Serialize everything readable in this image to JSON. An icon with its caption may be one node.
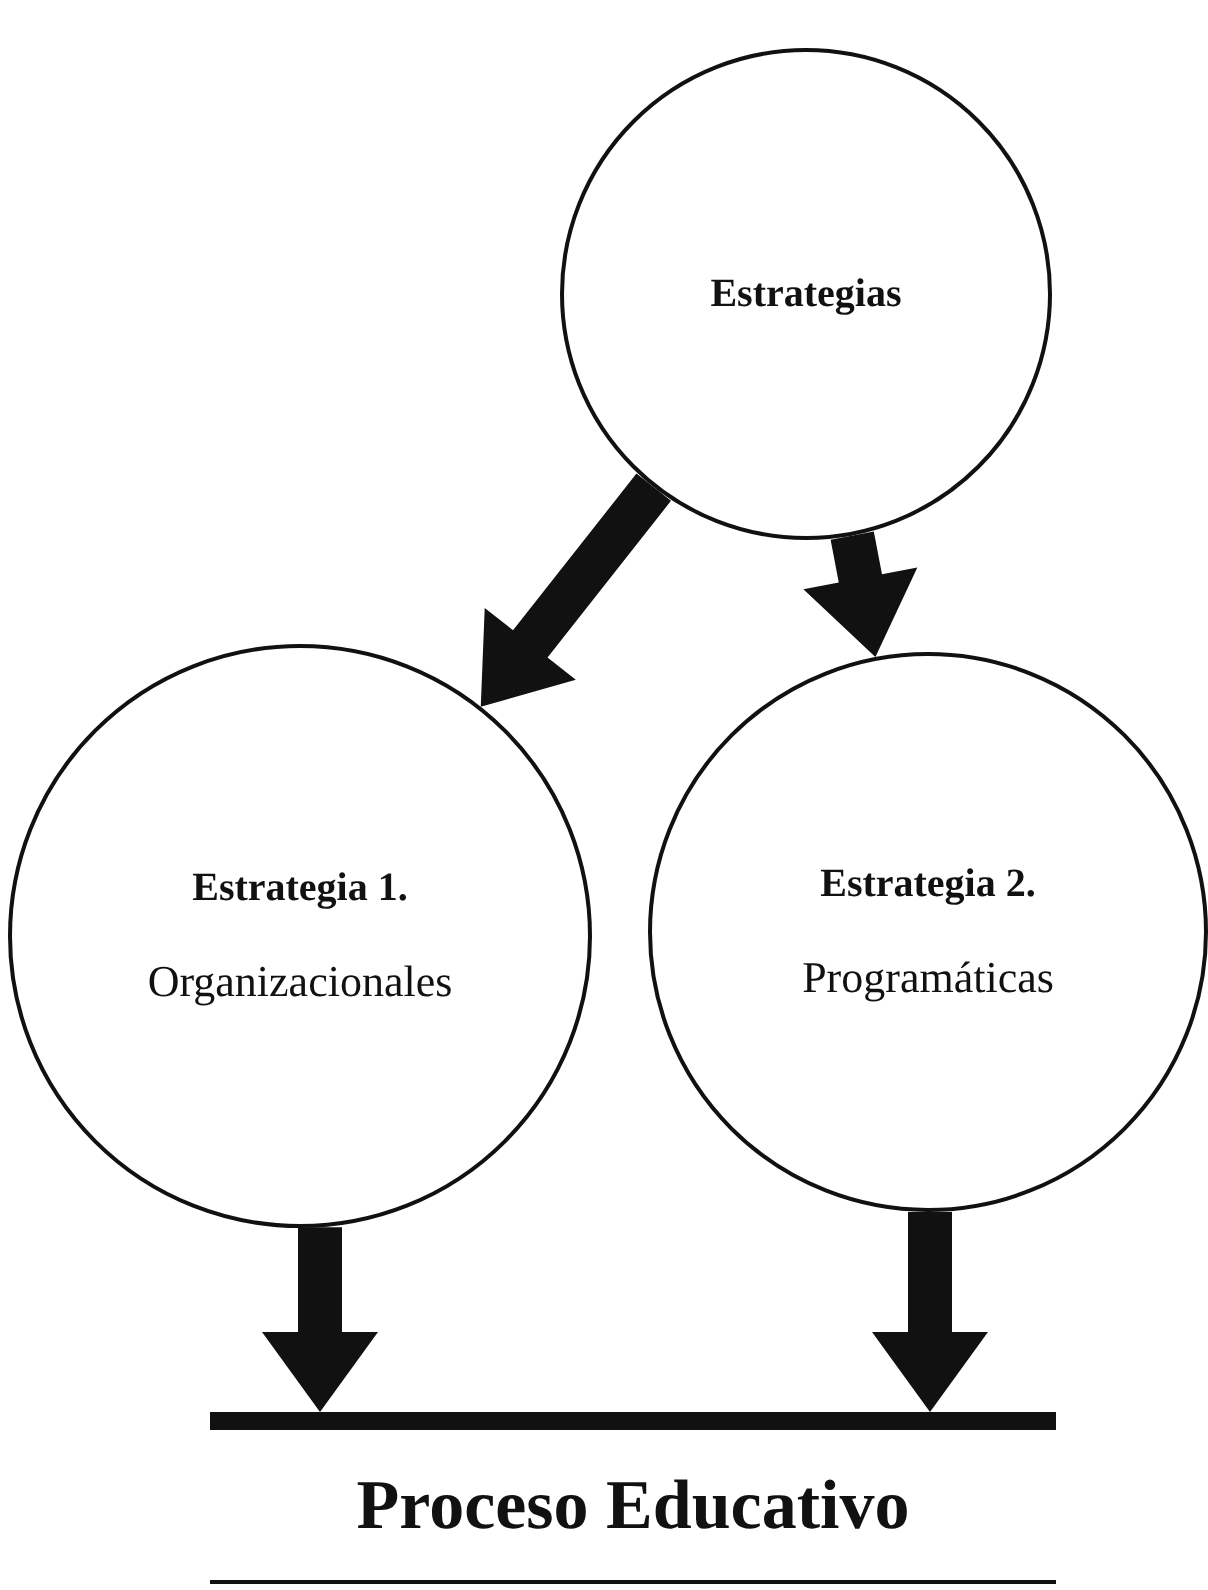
{
  "diagram": {
    "nodes": [
      {
        "text": [
          "Estrategias"
        ]
      },
      {
        "text": [
          "Estrategia 1.",
          "Organizacionales"
        ]
      },
      {
        "text": [
          "Estrategia 2.",
          "Programáticas"
        ]
      },
      {
        "text": [
          "Proceso Educativo"
        ]
      }
    ],
    "edges": [
      {
        "from": 0,
        "to": 1,
        "arrow": "to",
        "style": "thick"
      },
      {
        "from": 0,
        "to": 2,
        "arrow": "to",
        "style": "thick"
      },
      {
        "from": 1,
        "to": 3,
        "arrow": "to",
        "style": "thick"
      },
      {
        "from": 2,
        "to": 3,
        "arrow": "to",
        "style": "thick"
      }
    ]
  }
}
